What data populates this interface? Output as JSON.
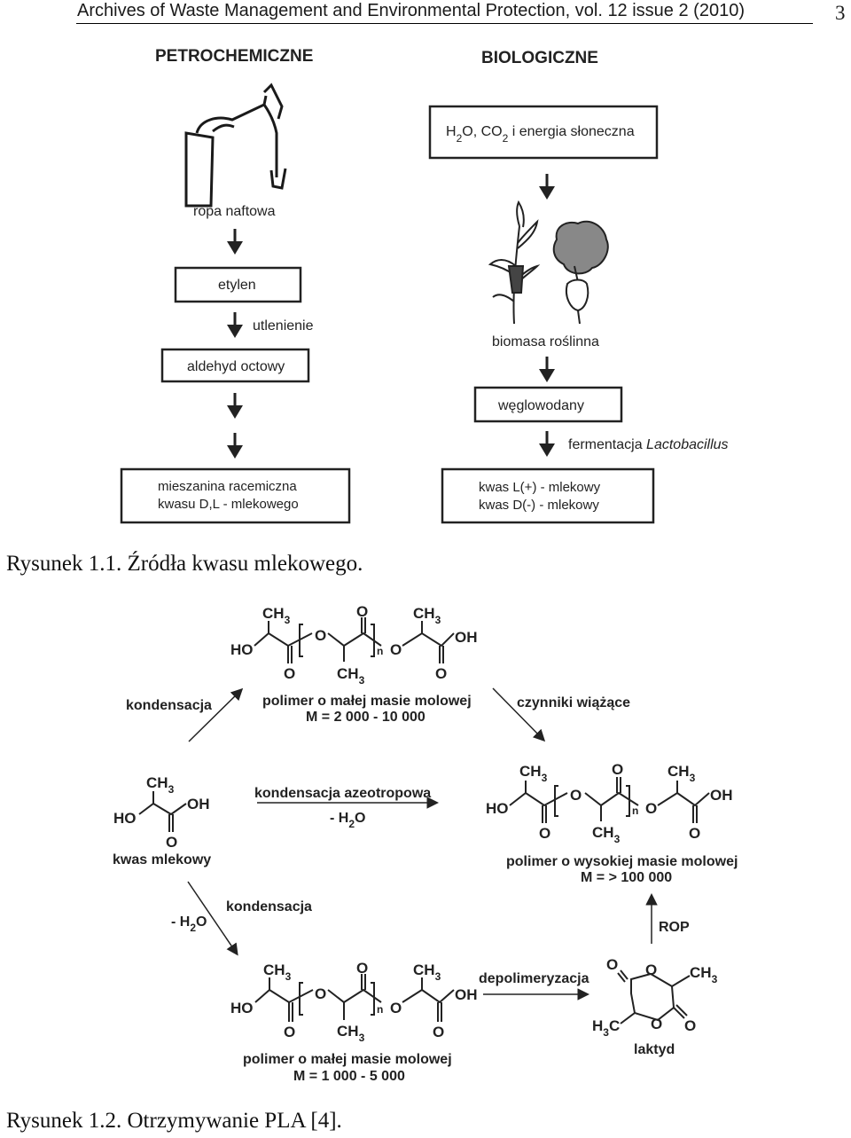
{
  "header": {
    "journal": "Archives of Waste Management and Environmental Protection, vol. 12 issue 2 (2010)",
    "page_number": "3"
  },
  "figure1": {
    "left_title": "PETROCHEMICZNE",
    "right_title": "BIOLOGICZNE",
    "source_left": "ropa naftowa",
    "ethylene": "etylen",
    "oxidation": "utlenienie",
    "acetaldehyde": "aldehyd octowy",
    "racemic_line1": "mieszanina racemiczna",
    "racemic_line2": "kwasu D,L - mlekowego",
    "inputs_h": "H",
    "inputs_2a": "2",
    "inputs_o_co": "O, CO",
    "inputs_2b": "2",
    "inputs_rest": " i energia słoneczna",
    "biomass": "biomasa roślinna",
    "carbohydrates": "węglowodany",
    "fermentation_prefix": "fermentacja ",
    "fermentation_organism": "Lactobacillus",
    "product_line1": "kwas L(+) - mlekowy",
    "product_line2": "kwas D(-) - mlekowy",
    "caption": "Rysunek 1.1. Źródła kwasu mlekowego."
  },
  "figure2": {
    "labels": {
      "ch": "CH",
      "three": "3",
      "o": "O",
      "ho": "HO",
      "oh": "OH",
      "n": "n",
      "h": "H",
      "c": "C"
    },
    "kondensacja_left": "kondensacja",
    "low_polymer_top_line1": "polimer o małej masie molowej",
    "low_polymer_top_line2": "M = 2 000 - 10 000",
    "chain_extenders": "czynniki wiążące",
    "lactic_acid": "kwas mlekowy",
    "azeotropic": "kondensacja azeotropowa",
    "minus_h2o_a": "- H",
    "minus_h2o_b": "2",
    "minus_h2o_c": "O",
    "high_polymer_line1": "polimer o wysokiej masie molowej",
    "high_polymer_line2": "M = > 100 000",
    "kondensacja_bottom": "kondensacja",
    "rop": "ROP",
    "depolymerization": "depolimeryzacja",
    "low_polymer_bottom_line1": "polimer o małej masie molowej",
    "low_polymer_bottom_line2": "M = 1 000 - 5 000",
    "lactide": "laktyd",
    "caption": "Rysunek 1.2. Otrzymywanie PLA [4]."
  }
}
